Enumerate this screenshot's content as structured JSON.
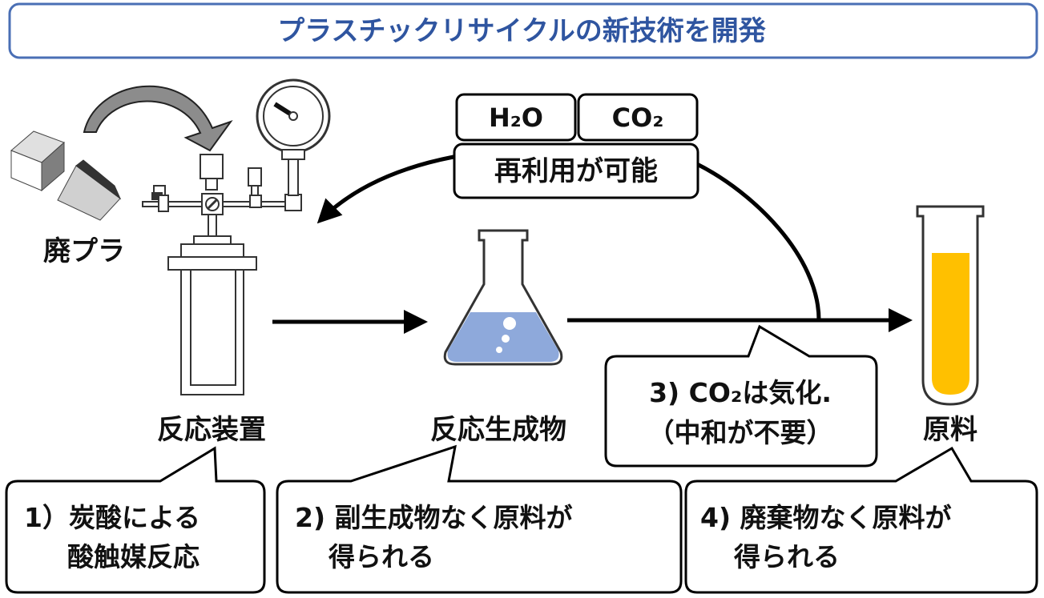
{
  "title": "プラスチックリサイクルの新技術を開発",
  "labels": {
    "waste_plastic": "廃プラ",
    "reactor": "反応装置",
    "product": "反応生成物",
    "raw_material": "原料"
  },
  "tags": {
    "h2o": "H₂O",
    "co2": "CO₂"
  },
  "reusable": "再利用が可能",
  "callouts": {
    "c1_line1": "1）炭酸による",
    "c1_line2": "酸触媒反応",
    "c2_line1": "2) 副生成物なく原料が",
    "c2_line2": "得られる",
    "c3_line1": "3) CO₂は気化.",
    "c3_line2": "（中和が不要）",
    "c4_line1": "4) 廃棄物なく原料が",
    "c4_line2": "得られる"
  },
  "colors": {
    "title": "#2f55a0",
    "title_border": "#4a6fb5",
    "flask_liquid": "#8ea9db",
    "tube_liquid": "#ffc000",
    "arrow": "#000000"
  }
}
